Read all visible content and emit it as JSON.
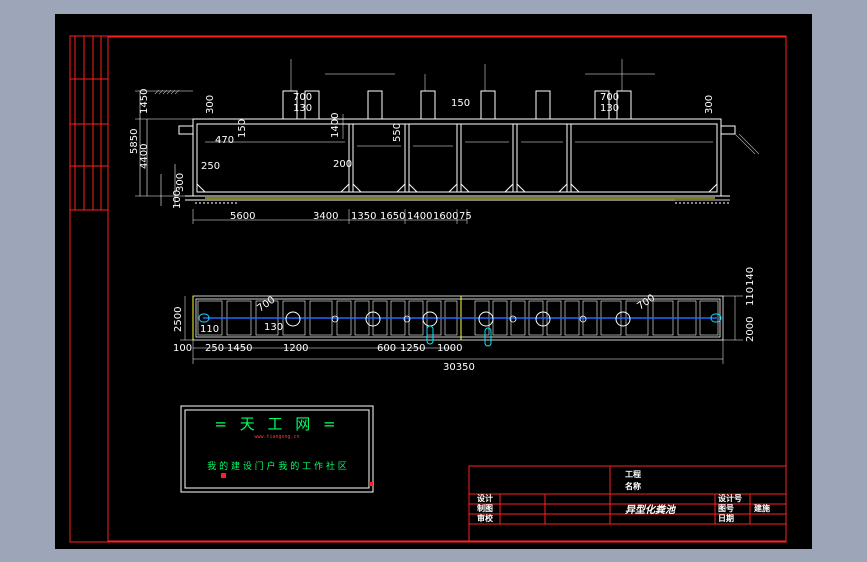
{
  "colors": {
    "background": "#9da6b8",
    "canvas": "#000000",
    "frame": "#ff2020",
    "lines": "#ffffff",
    "pipe": "#1e6bff",
    "fitting": "#00e5ff",
    "ground": "#ffff33",
    "logo_text": "#00ff66"
  },
  "section": {
    "dims_top": [
      "5600",
      "3400",
      "1350",
      "1650",
      "1400",
      "1600",
      "75"
    ],
    "dims_left": [
      "1450",
      "4400",
      "5850",
      "300",
      "100"
    ],
    "labels": {
      "d700_left": "700",
      "d130_left": "130",
      "d150_mid": "150",
      "d700_right": "700",
      "d130_right": "130",
      "d300_left": "300",
      "d300_right": "300",
      "d470": "470",
      "d150_small": "150",
      "d1400": "1400",
      "d550": "550",
      "d250": "250",
      "d200": "200"
    }
  },
  "plan": {
    "labels": {
      "d2500": "2500",
      "d110": "110",
      "d700_a": "700",
      "d130": "130",
      "d700_b": "700",
      "d2000": "2000",
      "d110_right": "110",
      "d140": "140"
    },
    "dims_bottom": [
      "100",
      "250",
      "1450",
      "1200",
      "600",
      "1250",
      "1000"
    ],
    "total": "30350"
  },
  "logo": {
    "title": "= 天 工 网 =",
    "url": "www.tiangong.cn",
    "slogan": "我 的 建 设 门 户  我 的 工 作 社 区"
  },
  "title_block": {
    "project_label_1": "工程",
    "project_label_2": "名称",
    "drawing_name": "异型化粪池",
    "design": "设计",
    "draw": "制图",
    "check": "审校",
    "design_no": "设计号",
    "drawing_no": "图号",
    "drawing_no_value": "建施",
    "date": "日期"
  }
}
